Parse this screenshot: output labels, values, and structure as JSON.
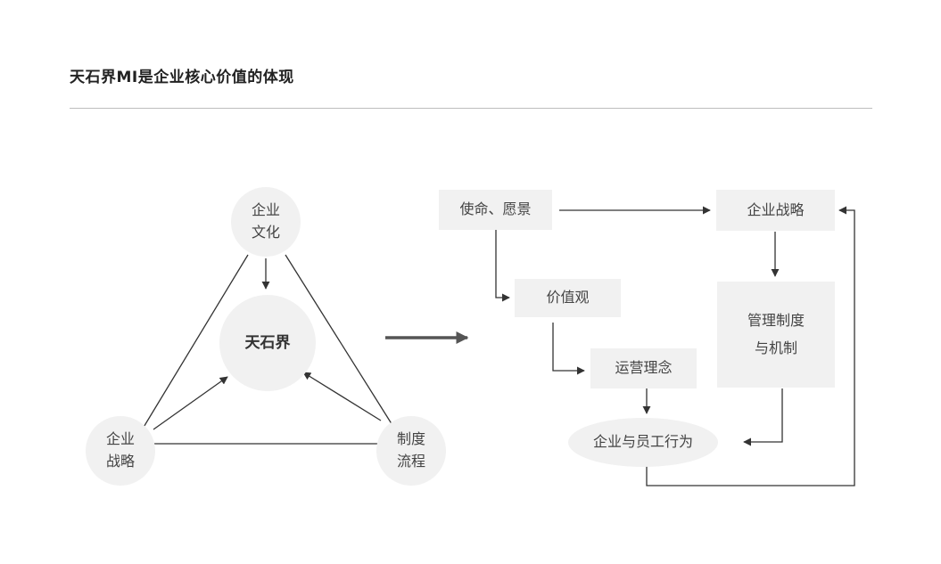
{
  "page": {
    "title": "天石界MI是企业核心价值的体现"
  },
  "triangle": {
    "top": [
      "企业",
      "文化"
    ],
    "center": "天石界",
    "left": [
      "企业",
      "战略"
    ],
    "right": [
      "制度",
      "流程"
    ]
  },
  "flow": {
    "mission": "使命、愿景",
    "strategy": "企业战略",
    "values": "价值观",
    "management": [
      "管理制度",
      "与机制"
    ],
    "philosophy": "运营理念",
    "behavior": "企业与员工行为"
  },
  "colors": {
    "node_fill": "#f1f1f1",
    "line": "#333333",
    "big_arrow": "#555555",
    "rule": "#bdbdbd"
  }
}
